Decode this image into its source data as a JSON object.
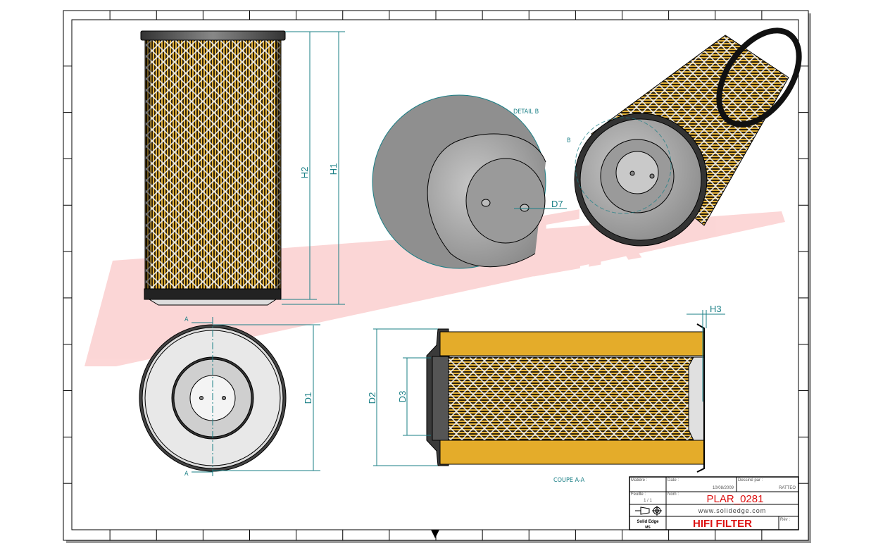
{
  "watermark": "HIFI FILTER",
  "dimensions": {
    "h1": "H1",
    "h2": "H2",
    "h3": "H3",
    "d1": "D1",
    "d2": "D2",
    "d3": "D3",
    "d7": "D7"
  },
  "labels": {
    "detail_b": "DETAIL B",
    "detail_marker": "B",
    "section": "COUPE A-A",
    "section_mark_top": "A",
    "section_mark_bottom": "A"
  },
  "title_block": {
    "material_label": "Matière :",
    "date_label": "Date :",
    "date": "10/08/2009",
    "drawn_by_label": "Dessiné par :",
    "drawn_by": "RATTEO",
    "sheet_label": "Feuille :",
    "sheet": "1 / 1",
    "name_label": "Nom :",
    "part_name": "PLAR_0281",
    "website": "www.solidedge.com",
    "software": "Solid Edge",
    "software_sub": "MS",
    "company": "HIFI FILTER",
    "rev_label": "Rév :"
  },
  "colors": {
    "accent": "#1a7f86",
    "filter_media": "#e4ac2a",
    "brand_red": "#dd1111"
  }
}
